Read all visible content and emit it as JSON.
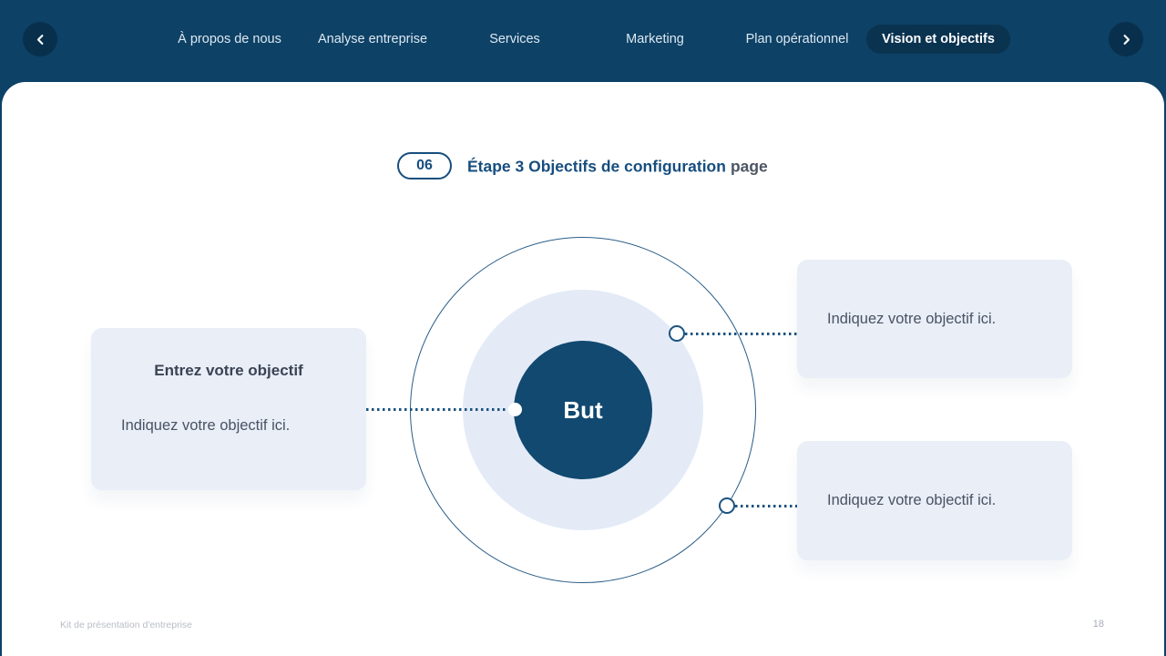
{
  "nav": {
    "prev_label": "previous slide",
    "next_label": "next slide",
    "items": [
      {
        "label": "À propos de nous"
      },
      {
        "label": "Analyse entreprise"
      },
      {
        "label": "Services"
      },
      {
        "label": "Marketing"
      },
      {
        "label": "Plan opérationnel"
      },
      {
        "label": "Vision et objectifs"
      }
    ],
    "active_item": "Vision et objectifs"
  },
  "header": {
    "badge": "06",
    "title": "Étape 3 Objectifs de configuration",
    "title_suffix": "page"
  },
  "diagram": {
    "center_label": "But",
    "left_card": {
      "title": "Entrez votre objectif",
      "body": "Indiquez votre objectif ici."
    },
    "right_card_top": {
      "body": "Indiquez votre objectif ici."
    },
    "right_card_bottom": {
      "body": "Indiquez votre objectif ici."
    }
  },
  "footer": {
    "document_title": "Kit de présentation d'entreprise",
    "page_number": "18"
  },
  "colors": {
    "nav_bg": "#0d4166",
    "accent": "#174e7e",
    "inner_circle": "#114970",
    "middle_circle": "#e4ebf7",
    "card_bg": "#e9eef7",
    "nav_pill": "#0a3350"
  }
}
